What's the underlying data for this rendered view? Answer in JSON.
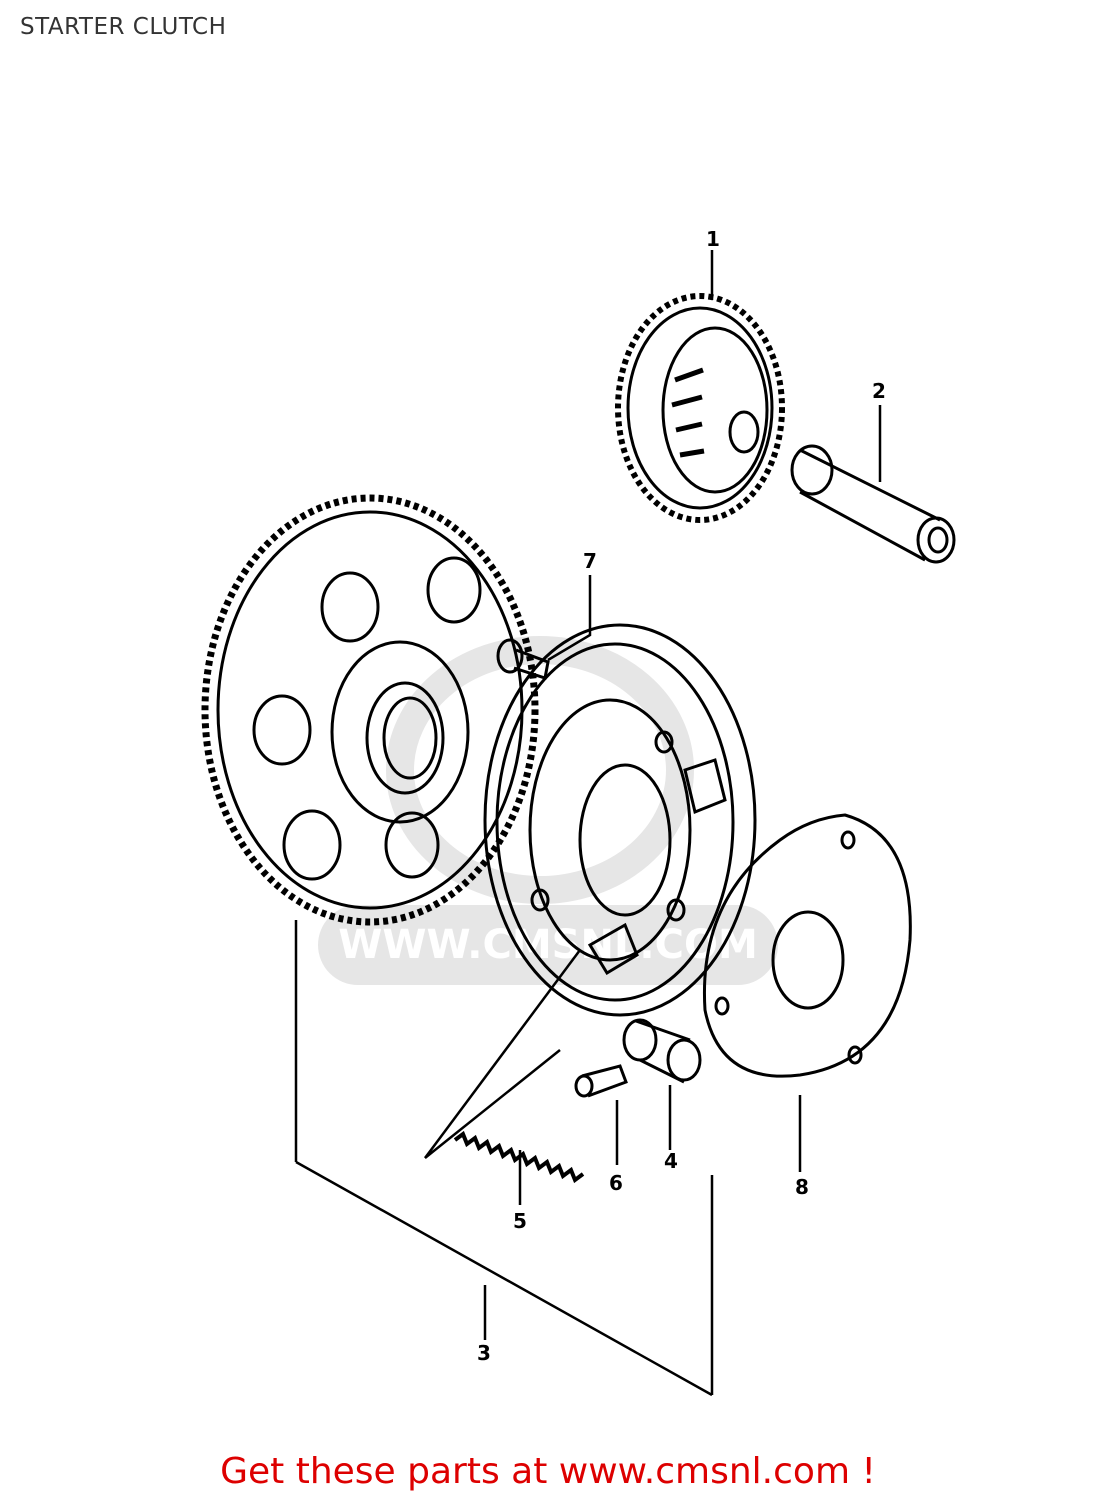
{
  "title": "STARTER CLUTCH",
  "footer": "Get these parts at www.cmsnl.com !",
  "watermark": "WWW.CMSNL.COM",
  "callouts": [
    {
      "id": "1",
      "label": "1"
    },
    {
      "id": "2",
      "label": "2"
    },
    {
      "id": "3",
      "label": "3"
    },
    {
      "id": "4",
      "label": "4"
    },
    {
      "id": "5",
      "label": "5"
    },
    {
      "id": "6",
      "label": "6"
    },
    {
      "id": "7",
      "label": "7"
    },
    {
      "id": "8",
      "label": "8"
    }
  ],
  "colors": {
    "footer": "#dd0000",
    "line": "#000000",
    "watermark": "#e2e2e2"
  }
}
